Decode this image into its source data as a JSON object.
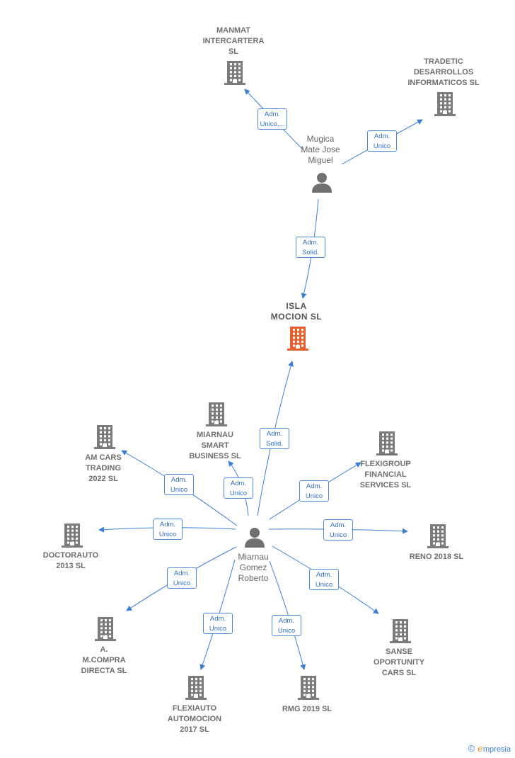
{
  "colors": {
    "edge": "#3a7fd6",
    "building": "#7b7b7b",
    "focus_building": "#e8602d",
    "person": "#707070",
    "badge_border": "#4a8ad8",
    "badge_text": "#2f6fc2"
  },
  "nodes": [
    {
      "id": "manmat",
      "type": "company",
      "label": "MANMAT\nINTERCARTERA\nSL"
    },
    {
      "id": "tradetic",
      "type": "company",
      "label": "TRADETIC\nDESARROLLOS\nINFORMATICOS SL"
    },
    {
      "id": "mugica",
      "type": "person",
      "label": "Mugica\nMate Jose\nMiguel"
    },
    {
      "id": "isla",
      "type": "company",
      "focus": true,
      "label": "ISLA\nMOCION SL"
    },
    {
      "id": "miarnau_smart",
      "type": "company",
      "label": "MIARNAU\nSMART\nBUSINESS SL"
    },
    {
      "id": "amcars",
      "type": "company",
      "label": "AM CARS\nTRADING\n2022 SL"
    },
    {
      "id": "flexigroup",
      "type": "company",
      "label": "FLEXIGROUP\nFINANCIAL\nSERVICES SL"
    },
    {
      "id": "doctorauto",
      "type": "company",
      "label": "DOCTORAUTO\n2013 SL"
    },
    {
      "id": "miarnau_gomez",
      "type": "person",
      "label": "Miarnau\nGomez\nRoberto"
    },
    {
      "id": "reno",
      "type": "company",
      "label": "RENO 2018 SL"
    },
    {
      "id": "amcompra",
      "type": "company",
      "label": "A.\nM.COMPRA\nDIRECTA SL"
    },
    {
      "id": "sanse",
      "type": "company",
      "label": "SANSE\nOPORTUNITY\nCARS SL"
    },
    {
      "id": "flexiauto",
      "type": "company",
      "label": "FLEXIAUTO\nAUTOMOCION\n2017 SL"
    },
    {
      "id": "rmg",
      "type": "company",
      "label": "RMG 2019 SL"
    }
  ],
  "edges": [
    {
      "from": "mugica",
      "to": "manmat",
      "label": "Adm.\nUnico,..."
    },
    {
      "from": "mugica",
      "to": "tradetic",
      "label": "Adm.\nUnico"
    },
    {
      "from": "mugica",
      "to": "isla",
      "label": "Adm.\nSolid."
    },
    {
      "from": "miarnau_gomez",
      "to": "isla",
      "label": "Adm.\nSolid."
    },
    {
      "from": "miarnau_gomez",
      "to": "miarnau_smart",
      "label": "Adm.\nUnico"
    },
    {
      "from": "miarnau_gomez",
      "to": "amcars",
      "label": "Adm.\nUnico"
    },
    {
      "from": "miarnau_gomez",
      "to": "flexigroup",
      "label": "Adm.\nUnico"
    },
    {
      "from": "miarnau_gomez",
      "to": "doctorauto",
      "label": "Adm.\nUnico"
    },
    {
      "from": "miarnau_gomez",
      "to": "reno",
      "label": "Adm.\nUnico"
    },
    {
      "from": "miarnau_gomez",
      "to": "amcompra",
      "label": "Adm.\nUnico"
    },
    {
      "from": "miarnau_gomez",
      "to": "sanse",
      "label": "Adm.\nUnico"
    },
    {
      "from": "miarnau_gomez",
      "to": "flexiauto",
      "label": "Adm.\nUnico"
    },
    {
      "from": "miarnau_gomez",
      "to": "rmg",
      "label": "Adm.\nUnico"
    }
  ],
  "footer": {
    "copyright_symbol": "©",
    "brand_initial": "e",
    "brand_rest": "mpresia"
  }
}
